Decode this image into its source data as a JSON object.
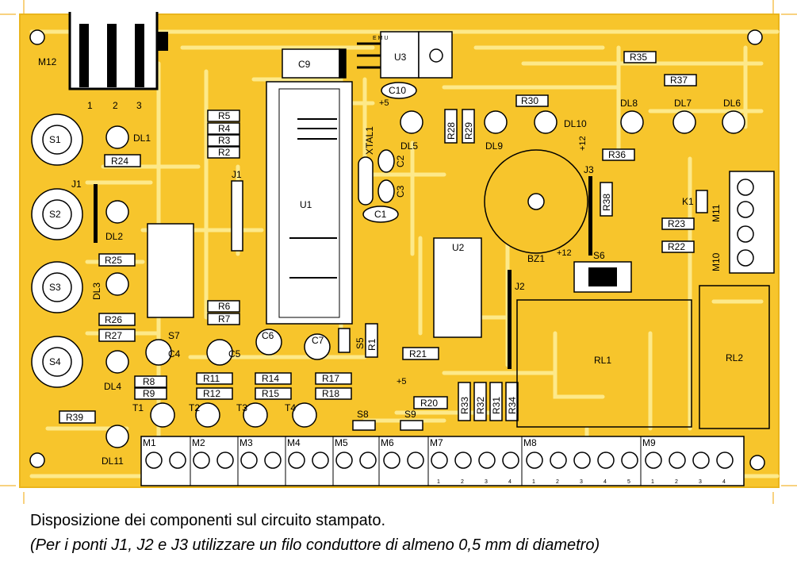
{
  "colors": {
    "board": "#f7c52c",
    "board_edge": "#eab51c",
    "track": "#fff3b0",
    "trace": "#fde98a",
    "ink": "#000000"
  },
  "caption": "Disposizione dei componenti sul circuito stampato.",
  "note": "(Per i ponti J1, J2 e J3 utilizzare un filo conduttore di almeno 0,5 mm di diametro)",
  "silk": {
    "M12": "M12",
    "pin1": "1",
    "pin2": "2",
    "pin3": "3",
    "S1": "S1",
    "S2": "S2",
    "S3": "S3",
    "S4": "S4",
    "S5": "S5",
    "S6": "S6",
    "S7": "S7",
    "S8": "S8",
    "S9": "S9",
    "DL1": "DL1",
    "DL2": "DL2",
    "DL3": "DL3",
    "DL4": "DL4",
    "DL5": "DL5",
    "DL6": "DL6",
    "DL7": "DL7",
    "DL8": "DL8",
    "DL9": "DL9",
    "DL10": "DL10",
    "DL11": "DL11",
    "R1": "R1",
    "R2": "R2",
    "R3": "R3",
    "R4": "R4",
    "R5": "R5",
    "R6": "R6",
    "R7": "R7",
    "R8": "R8",
    "R9": "R9",
    "R11": "R11",
    "R12": "R12",
    "R14": "R14",
    "R15": "R15",
    "R17": "R17",
    "R18": "R18",
    "R20": "R20",
    "R21": "R21",
    "R22": "R22",
    "R23": "R23",
    "R24": "R24",
    "R25": "R25",
    "R26": "R26",
    "R27": "R27",
    "R28": "R28",
    "R29": "R29",
    "R30": "R30",
    "R31": "R31",
    "R32": "R32",
    "R33": "R33",
    "R34": "R34",
    "R35": "R35",
    "R36": "R36",
    "R37": "R37",
    "R38": "R38",
    "R39": "R39",
    "C1": "C1",
    "C2": "C2",
    "C3": "C3",
    "C4": "C4",
    "C5": "C5",
    "C6": "C6",
    "C7": "C7",
    "C9": "C9",
    "C10": "C10",
    "U1": "U1",
    "U2": "U2",
    "U3": "U3",
    "J1": "J1",
    "J2": "J2",
    "J3": "J3",
    "K1": "K1",
    "BZ1": "BZ1",
    "XTAL1": "XTAL1",
    "RL1": "RL1",
    "RL2": "RL2",
    "T1": "T1",
    "T2": "T2",
    "T3": "T3",
    "T4": "T4",
    "M1": "M1",
    "M2": "M2",
    "M3": "M3",
    "M4": "M4",
    "M5": "M5",
    "M6": "M6",
    "M7": "M7",
    "M8": "M8",
    "M9": "M9",
    "M10": "M10",
    "M11": "M11",
    "plus5a": "+5",
    "plus5b": "+5",
    "plus12a": "+12",
    "plus12b": "+12",
    "u3pins": "E M U",
    "m7pins": [
      "1",
      "2",
      "3",
      "4"
    ],
    "m8pins": [
      "1",
      "2",
      "3",
      "4",
      "5"
    ],
    "m9pins": [
      "1",
      "2",
      "3",
      "4"
    ]
  }
}
